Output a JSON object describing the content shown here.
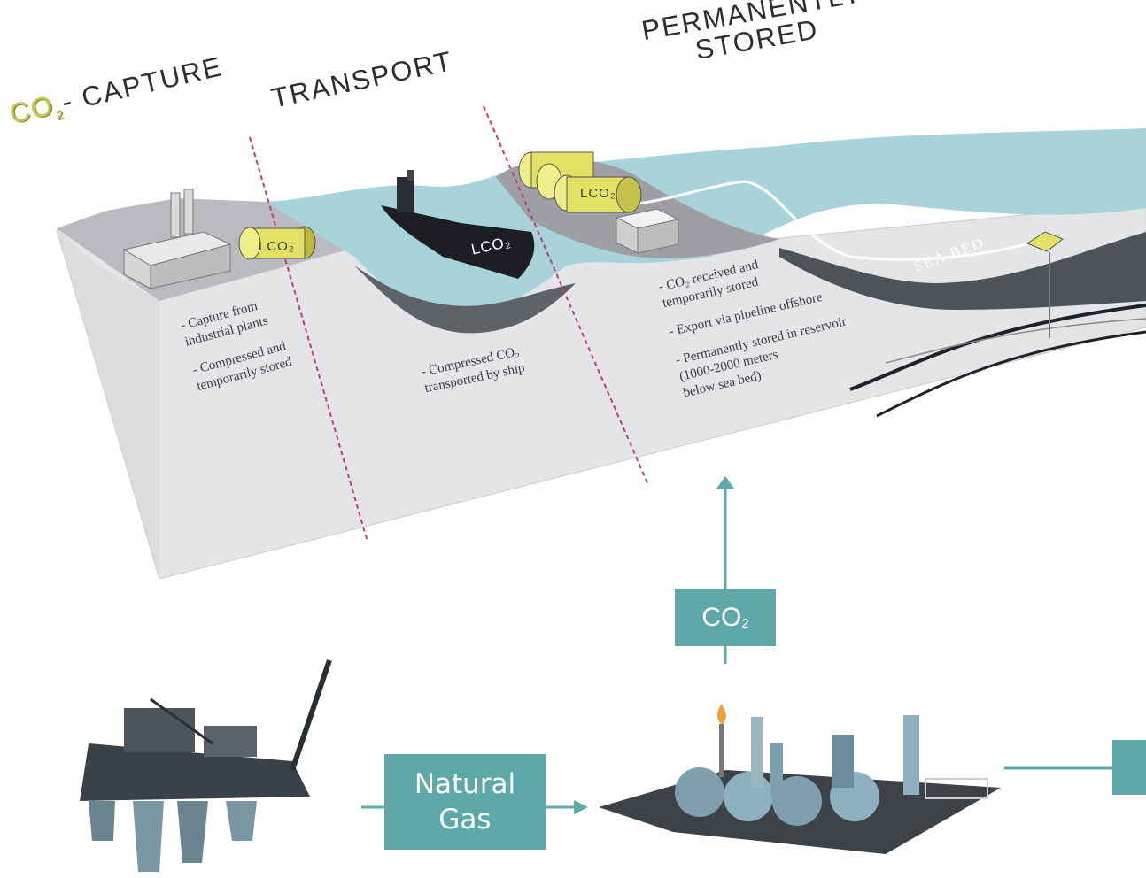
{
  "stages": {
    "capture_co2": "CO",
    "capture_sub": "2",
    "capture_rest": "- CAPTURE",
    "transport": "TRANSPORT",
    "stored_line1": "PERMANENTLY",
    "stored_line2": "STORED"
  },
  "notes": {
    "capture": [
      "- Capture from",
      "industrial plants",
      "- Compressed and",
      "temporarily stored"
    ],
    "transport": [
      "- Compressed CO₂",
      "transported by ship"
    ],
    "stored": [
      "- CO₂ received and",
      "temporarily stored",
      "- Export via pipeline offshore",
      "- Permanently stored in reservoir",
      "(1000-2000 meters",
      "below sea bed)"
    ]
  },
  "labels": {
    "tank": "LCO₂",
    "ship": "LCO₂",
    "seabed": "SEA BED",
    "co2": "CO",
    "co2_sub": "2",
    "gas_line1": "Natural",
    "gas_line2": "Gas"
  },
  "colors": {
    "water": "#a9d3da",
    "block_face": "#e5e6e8",
    "block_top": "#bfc1c4",
    "dark": "#5d6166",
    "tank": "#e3e166",
    "divider": "#c6387e",
    "accent_teal": "#5fa8a8"
  }
}
